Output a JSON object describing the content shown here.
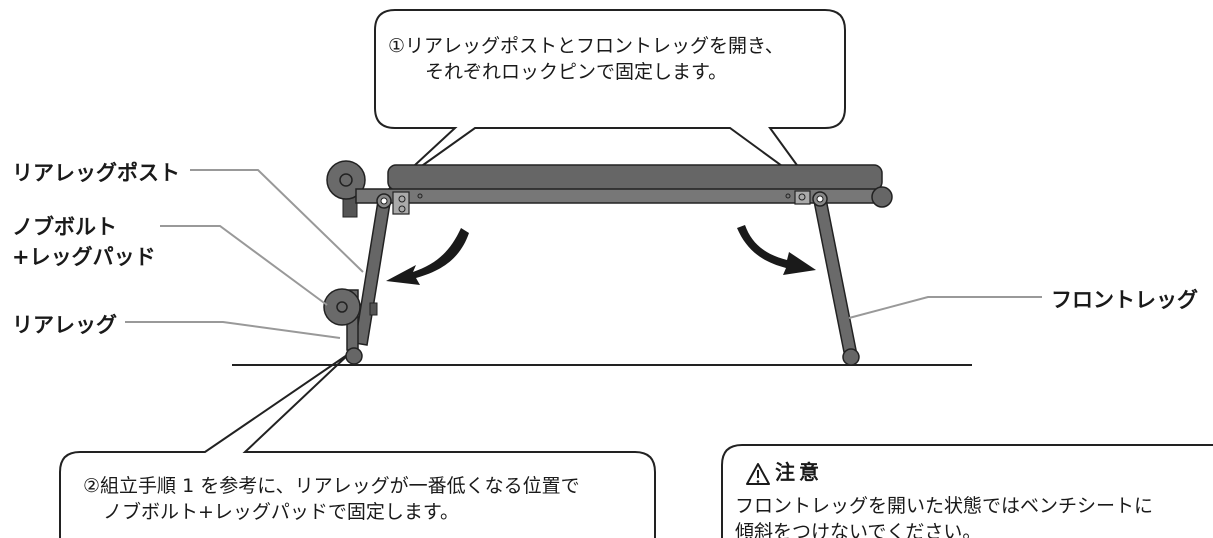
{
  "callouts": {
    "top_line1": "①リアレッグポストとフロントレッグを開き、",
    "top_line2": "それぞれロックピンで固定します。",
    "bottom_line1": "②組立手順 1 を参考に、リアレッグが一番低くなる位置で",
    "bottom_line2": "ノブボルト+レッグパッドで固定します。"
  },
  "labels": {
    "rear_leg_post": "リアレッグポスト",
    "knob_bolt_line1": "ノブボルト",
    "knob_bolt_line2": "+レッグパッド",
    "rear_leg": "リアレッグ",
    "front_leg": "フロントレッグ"
  },
  "caution": {
    "icon": "warning-triangle-icon",
    "title": "注意",
    "line1": "フロントレッグを開いた状態ではベンチシートに",
    "line2": "傾斜をつけないでください。"
  }
}
